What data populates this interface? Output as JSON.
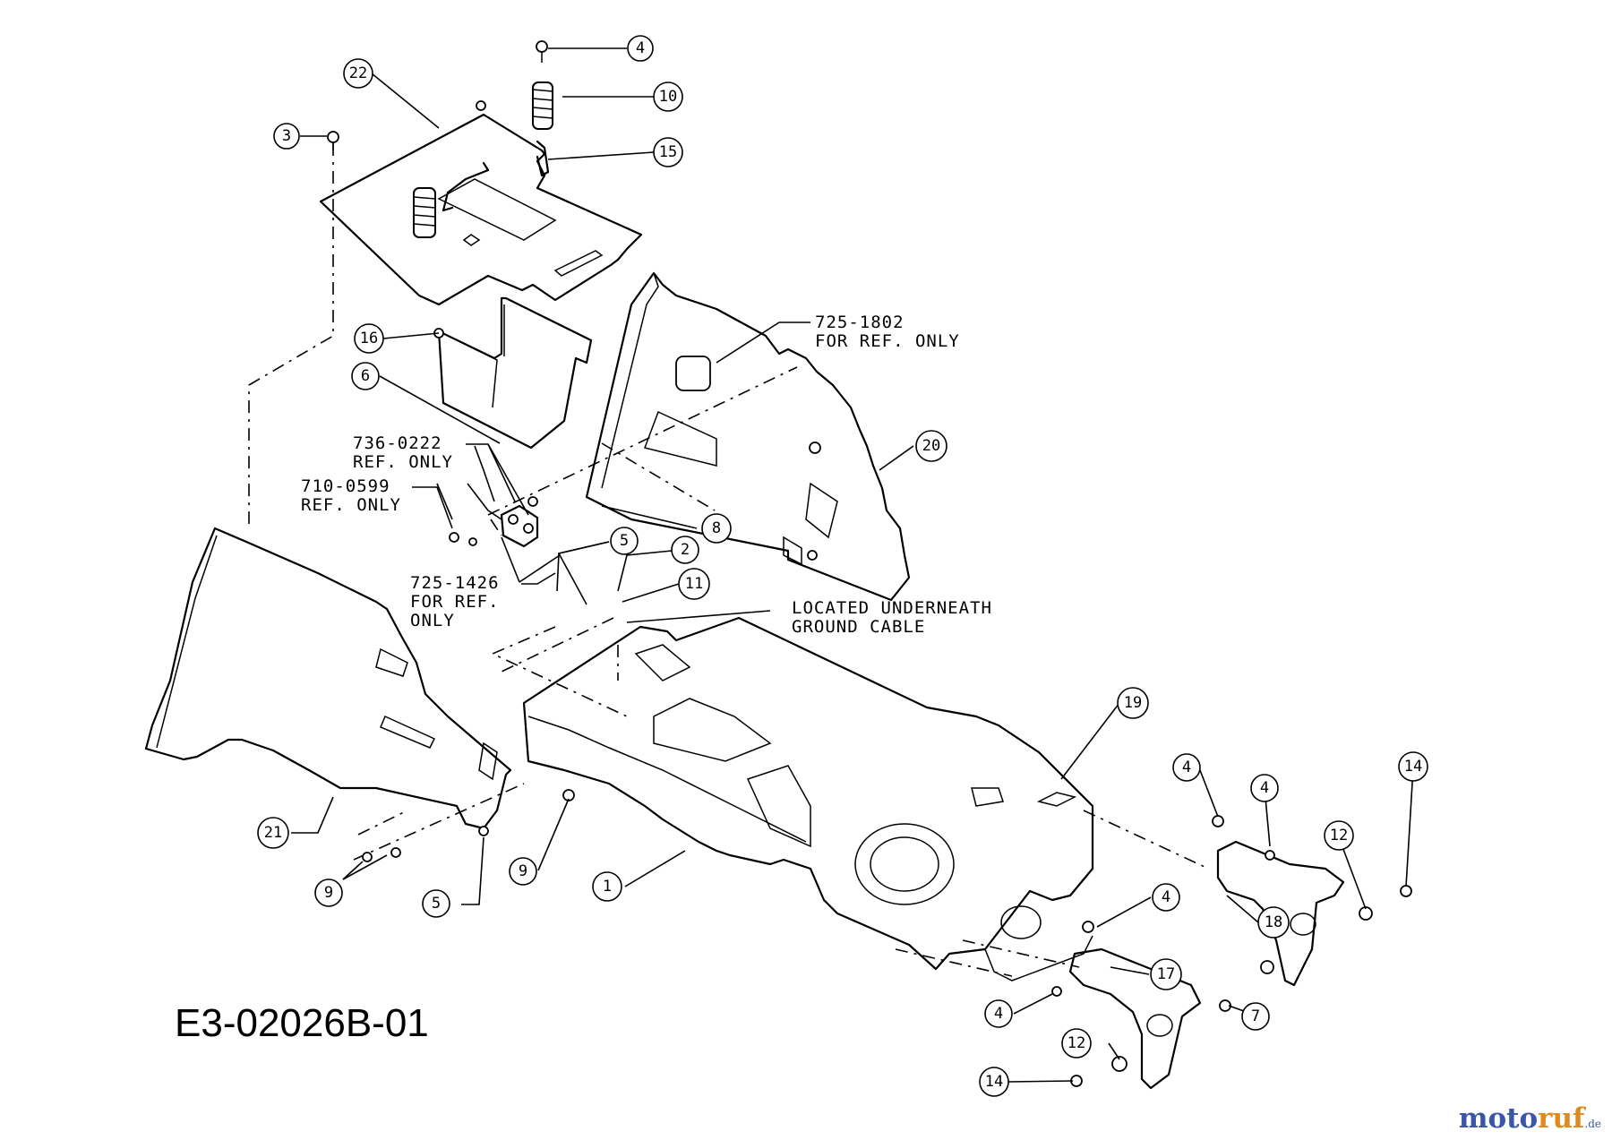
{
  "drawing_code": "E3-02026B-01",
  "watermark": {
    "part1": "moto",
    "part2": "ruf",
    "suffix": ".de"
  },
  "balloons": [
    "4",
    "10",
    "22",
    "3",
    "15",
    "16",
    "6",
    "20",
    "8",
    "5",
    "2",
    "11",
    "19",
    "4",
    "4",
    "14",
    "21",
    "9",
    "9",
    "5",
    "1",
    "4",
    "12",
    "18",
    "17",
    "4",
    "7",
    "12",
    "14"
  ],
  "notes": {
    "ref_725_1802": [
      "725-1802",
      "FOR REF. ONLY"
    ],
    "ref_736_0222": [
      "736-0222",
      "REF. ONLY"
    ],
    "ref_710_0599": [
      "710-0599",
      "REF. ONLY"
    ],
    "ref_725_1426": [
      "725-1426",
      "FOR REF.",
      "ONLY"
    ],
    "ground_cable": [
      "LOCATED UNDERNEATH",
      "GROUND CABLE"
    ]
  },
  "colors": {
    "line": "#000000",
    "background": "#ffffff",
    "watermark_blue": "#3a56a6",
    "watermark_orange": "#e08a1e"
  }
}
